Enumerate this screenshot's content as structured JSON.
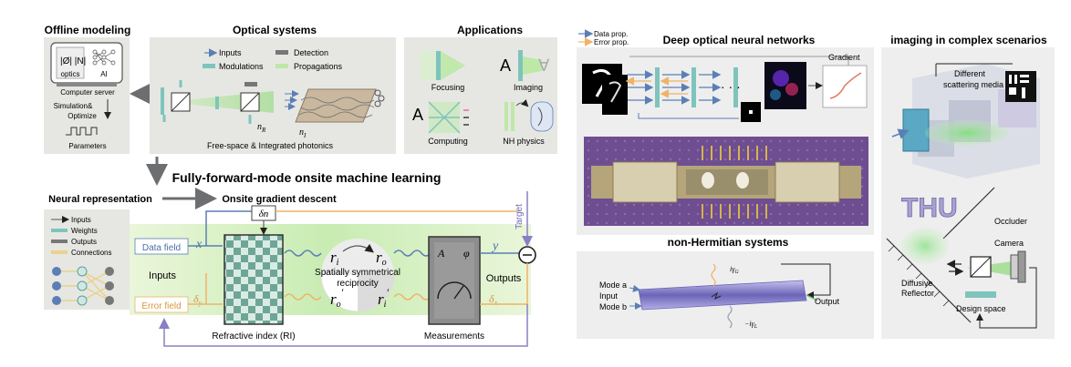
{
  "left": {
    "offline_modeling": {
      "title": "Offline modeling",
      "optics": "optics",
      "ai": "AI",
      "server": "Computer server",
      "simulation": "Simulation&",
      "optimize": "Optimize",
      "parameters": "Parameters"
    },
    "optical_systems": {
      "title": "Optical systems",
      "legend": {
        "inputs": "Inputs",
        "detection": "Detection",
        "modulations": "Modulations",
        "propagations": "Propagations"
      },
      "n_r": "n",
      "n_r_sub": "R",
      "n_i": "n",
      "n_i_sub": "I",
      "caption": "Free-space & Integrated photonics"
    },
    "applications": {
      "title": "Applications",
      "focusing": "Focusing",
      "imaging": "Imaging",
      "computing": "Computing",
      "nh_physics": "NH physics",
      "imaging_a": "A",
      "imaging_inverted_a": "∀",
      "computing_a": "A"
    },
    "headline": "Fully-forward-mode onsite machine learning",
    "neural_representation": "Neural representation",
    "onsite_gradient_descent": "Onsite gradient descent",
    "nr_legend": {
      "inputs": "Inputs",
      "weights": "Weights",
      "outputs": "Outputs",
      "connections": "Connections"
    },
    "data_field": "Data field",
    "error_field": "Error field",
    "inputs_label": "Inputs",
    "outputs_label": "Outputs",
    "x_sym": "x",
    "delta_y": "δ",
    "delta_y_sub": "y",
    "y_sym": "y",
    "delta_x": "δ",
    "delta_x_sub": "x",
    "delta_n": "δn",
    "target": "Target",
    "r_i": "r",
    "r_i_sub": "i",
    "r_o": "r",
    "r_o_sub": "o",
    "r_o_prime": "r",
    "r_o_prime_sub": "o",
    "r_i_prime": "r",
    "r_i_prime_sub": "i",
    "reciprocity_line1": "Spatially symmetrical",
    "reciprocity_line2": "reciprocity",
    "refractive_index": "Refractive index (RI)",
    "measurements": "Measurements",
    "meas_A": "A",
    "meas_phi": "φ"
  },
  "right": {
    "legend": {
      "data": "Data prop.",
      "error": "Error prop."
    },
    "donn_title": "Deep optical neural networks",
    "gradient": "Gradient",
    "nh_title": "non-Hermitian systems",
    "mode_a": "Mode a",
    "input": "Input",
    "mode_b": "Mode b",
    "output": "Output",
    "gain": "iγ",
    "gain_sub": "G",
    "loss": "−iγ",
    "loss_sub": "L",
    "imaging_title": "imaging in complex scenarios",
    "scattering_line1": "Different",
    "scattering_line2": "scattering media",
    "occluder": "Occluder",
    "camera": "Camera",
    "diffusive": "Diffusive",
    "reflector": "Reflector",
    "design_space": "Design space",
    "thu": "THU"
  },
  "colors": {
    "panel_gray": "#e6e7e3",
    "data_blue": "#5b7fb5",
    "error_orange": "#f0b266",
    "target_purple": "#8880c4",
    "teal": "#7fc4bc",
    "green": "#9bd98a",
    "dark_gray": "#6d6e70"
  }
}
